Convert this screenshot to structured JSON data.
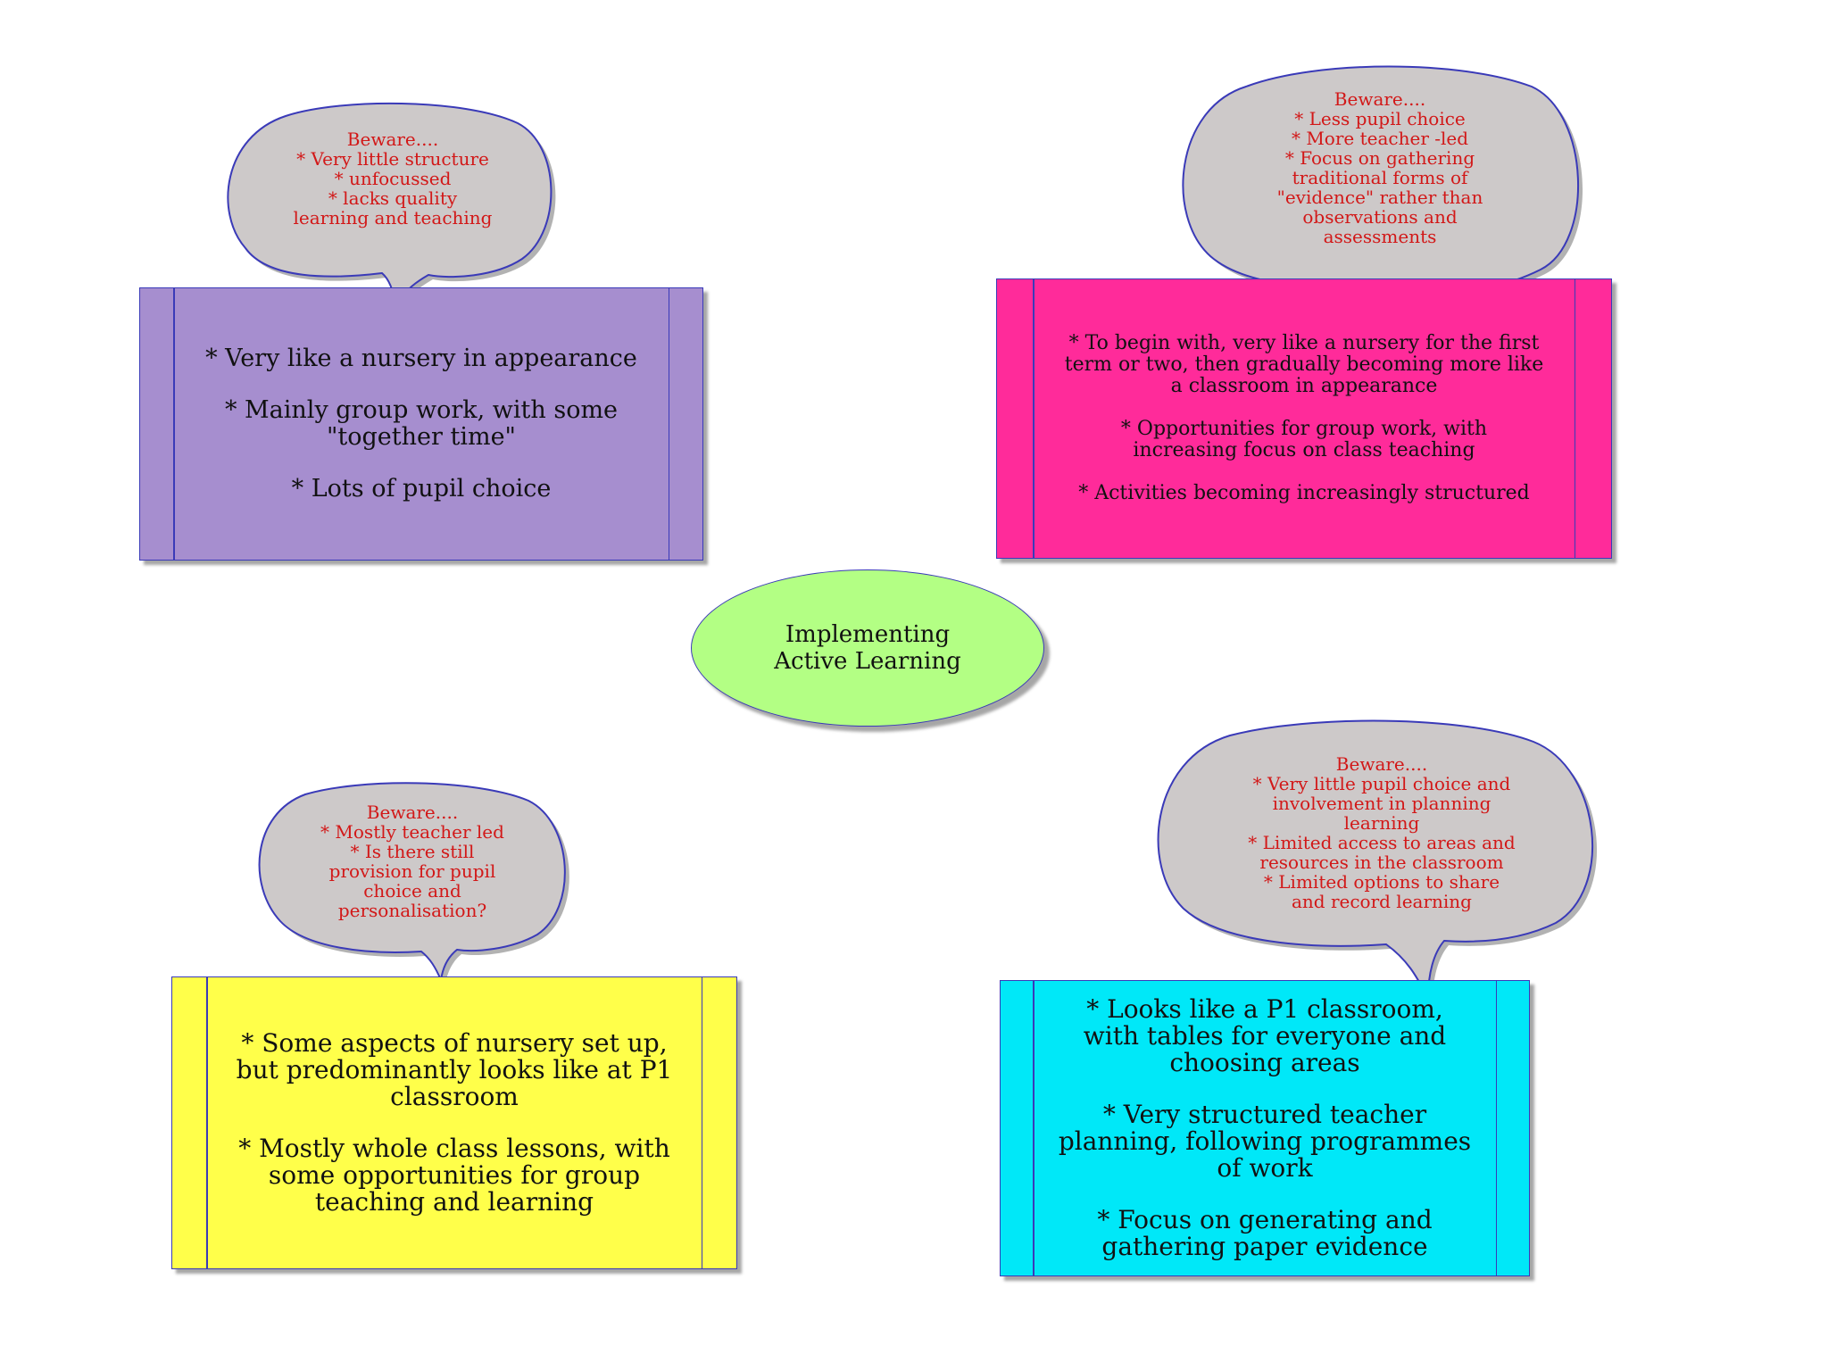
{
  "center": {
    "title_line1": "Implementing",
    "title_line2": "Active Learning",
    "fill": "#b3ff84"
  },
  "boxes": {
    "top_left": {
      "fill": "#a68ecf",
      "items": [
        "*  Very like a nursery in appearance",
        "*  Mainly group work, with some\n\"together time\"",
        "*  Lots of pupil choice"
      ]
    },
    "top_right": {
      "fill": "#ff2b9a",
      "items": [
        "*  To begin with, very like a nursery for the first\nterm or two, then gradually becoming more like\na classroom in appearance",
        "*  Opportunities for group work,  with\nincreasing focus on class teaching",
        "*  Activities becoming increasingly structured"
      ]
    },
    "bottom_left": {
      "fill": "#ffff4a",
      "items": [
        "*  Some aspects of nursery set up,\nbut predominantly looks like at P1\nclassroom",
        "*  Mostly whole class lessons, with\nsome opportunities for group\nteaching and learning"
      ]
    },
    "bottom_right": {
      "fill": "#00e8f8",
      "items": [
        "*  Looks like a P1 classroom,\nwith tables for everyone and\nchoosing areas",
        "*  Very structured teacher\nplanning, following programmes\nof work",
        "*  Focus on generating and\ngathering paper evidence"
      ]
    }
  },
  "bubbles": {
    "top_left": "Beware....\n* Very little structure\n* unfocussed\n* lacks quality\nlearning and teaching",
    "top_right": "Beware....\n* Less pupil choice\n* More teacher -led\n* Focus on gathering\ntraditional forms of\n\"evidence\" rather than\nobservations and\nassessments",
    "bottom_left": "Beware....\n* Mostly teacher led\n* Is there still\nprovision for pupil\nchoice and\npersonalisation?",
    "bottom_right": "Beware....\n* Very little pupil choice and\ninvolvement in planning\nlearning\n* Limited access to areas and\nresources in the classroom\n* Limited options to share\nand record learning",
    "fill": "#cdc9c9"
  }
}
